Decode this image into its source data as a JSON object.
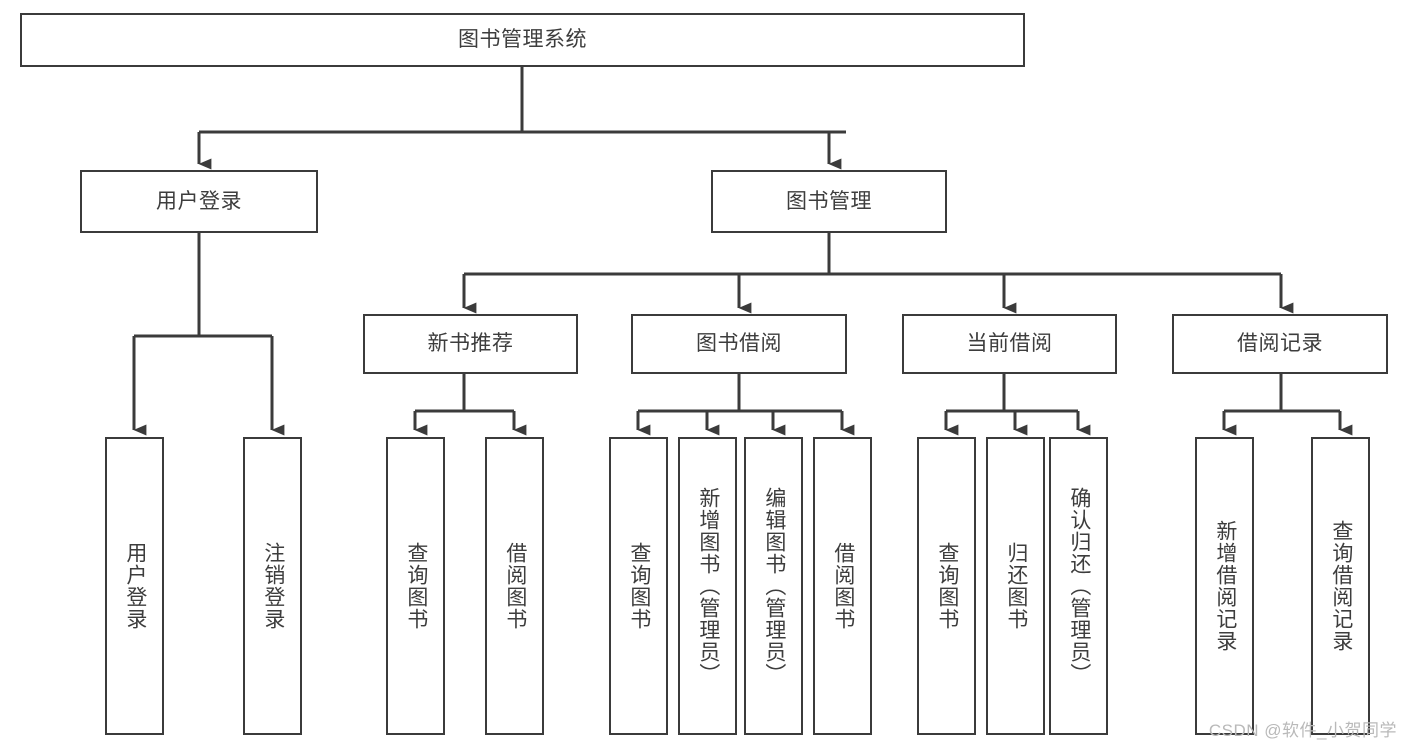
{
  "diagram": {
    "type": "tree-hierarchy",
    "title": "图书管理系统",
    "watermark": "CSDN @软件_小贺同学",
    "colors": {
      "box_border": "#3b3b3b",
      "box_fill": "#ffffff",
      "text": "#3d3d3d",
      "connector": "#3b3b3b",
      "watermark": "#b9b9b9",
      "background": "#ffffff"
    },
    "root": {
      "label": "图书管理系统"
    },
    "level2": [
      {
        "label": "用户登录"
      },
      {
        "label": "图书管理"
      }
    ],
    "level3": [
      {
        "label": "新书推荐"
      },
      {
        "label": "图书借阅"
      },
      {
        "label": "当前借阅"
      },
      {
        "label": "借阅记录"
      }
    ],
    "leaves": {
      "user_login": [
        {
          "label": "用户登录"
        },
        {
          "label": "注销登录"
        }
      ],
      "new_book_recommend": [
        {
          "label": "查询图书"
        },
        {
          "label": "借阅图书"
        }
      ],
      "book_borrow": [
        {
          "label": "查询图书"
        },
        {
          "label": "新增图书（管理员）"
        },
        {
          "label": "编辑图书（管理员）"
        },
        {
          "label": "借阅图书"
        }
      ],
      "current_borrow": [
        {
          "label": "查询图书"
        },
        {
          "label": "归还图书"
        },
        {
          "label": "确认归还（管理员）"
        }
      ],
      "borrow_record": [
        {
          "label": "新增借阅记录"
        },
        {
          "label": "查询借阅记录"
        }
      ]
    }
  }
}
